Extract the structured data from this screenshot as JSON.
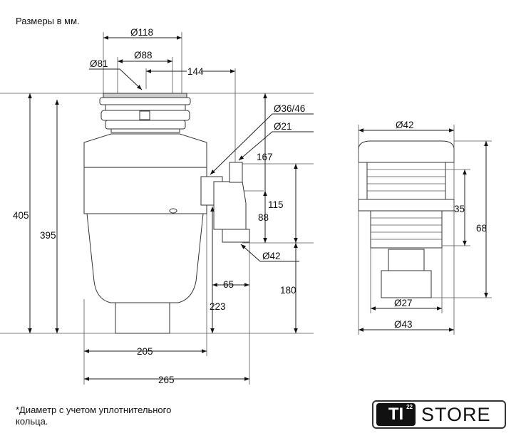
{
  "title": "Размеры в мм.",
  "footnote": [
    "*Диаметр с учетом уплотнительного",
    "кольца."
  ],
  "logo": {
    "mark": "TI",
    "superscript": "22",
    "text": "STORE"
  },
  "dimensions": {
    "d118": "Ø118",
    "d88": "Ø88",
    "d81": "Ø81",
    "l144": "144",
    "d3646": "Ø36/46",
    "d21": "Ø21",
    "l167": "167",
    "l115": "115",
    "l88": "88",
    "d42_outlet": "Ø42",
    "l65": "65",
    "l180": "180",
    "l223": "223",
    "l405": "405",
    "l395": "395",
    "l205": "205",
    "l265": "265",
    "d42_button": "Ø42",
    "l35": "35",
    "l68": "68",
    "d27": "Ø27",
    "d43": "Ø43"
  }
}
